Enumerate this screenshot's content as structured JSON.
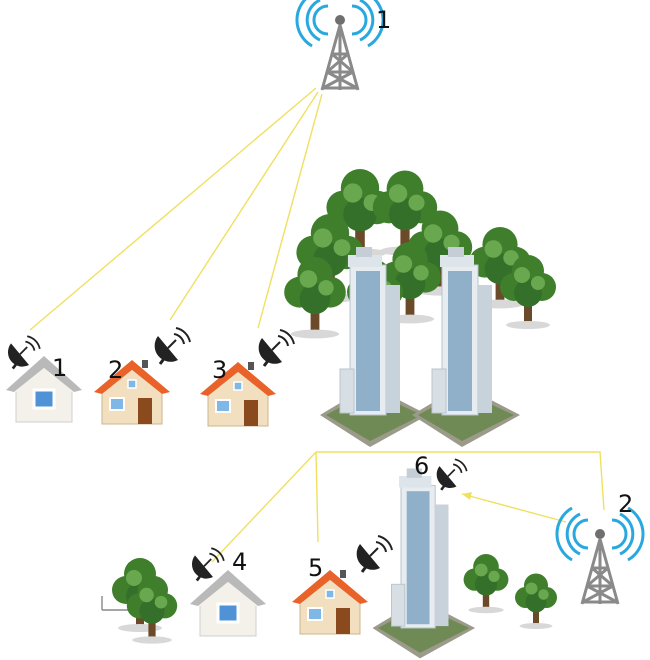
{
  "towers": [
    {
      "id": "tower-1",
      "label": "1"
    },
    {
      "id": "tower-2",
      "label": "2"
    }
  ],
  "houses": [
    {
      "id": "house-1",
      "label": "1",
      "style": "grey-roof"
    },
    {
      "id": "house-2",
      "label": "2",
      "style": "orange-roof"
    },
    {
      "id": "house-3",
      "label": "3",
      "style": "orange-roof"
    },
    {
      "id": "house-4",
      "label": "4",
      "style": "grey-roof"
    },
    {
      "id": "house-5",
      "label": "5",
      "style": "orange-roof"
    }
  ],
  "buildings": [
    {
      "id": "building-6",
      "label": "6"
    }
  ],
  "links": [
    {
      "from": "tower-1",
      "to": "house-1"
    },
    {
      "from": "tower-1",
      "to": "house-2"
    },
    {
      "from": "tower-1",
      "to": "house-3"
    },
    {
      "from": "tower-2",
      "to": "house-4"
    },
    {
      "from": "tower-2",
      "to": "house-5"
    },
    {
      "from": "tower-2",
      "to": "building-6"
    }
  ],
  "colors": {
    "link": "#f0e060",
    "signal": "#29a8e0",
    "tower": "#8a8a8a",
    "orange_roof": "#e8622a",
    "grey_roof": "#b9b9b9",
    "house_wall": "#f1dfbf",
    "door": "#8a4a1e",
    "window": "#7fb8e6",
    "tree": "#3f7f2c",
    "tree_light": "#6aa84f",
    "trunk": "#6b4a2a",
    "glass": "#8fb0c8",
    "frame": "#e6ecf0",
    "ground": "#9c9a8a"
  },
  "icons": [
    "cell-tower-icon",
    "satellite-dish-icon",
    "house-icon",
    "skyscraper-icon",
    "tree-icon"
  ]
}
